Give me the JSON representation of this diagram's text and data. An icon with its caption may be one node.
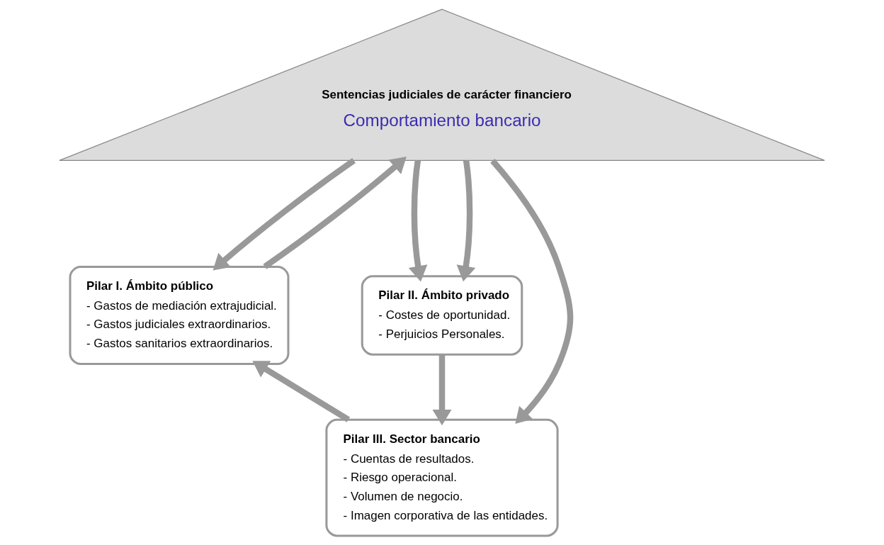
{
  "diagram": {
    "nodes": [
      {
        "text": [
          "Sentencias judiciales de carácter financiero",
          "Comportamiento bancario"
        ]
      },
      {
        "text": [
          "Pilar I. Ámbito público",
          "- Gastos de mediación extrajudicial.",
          "- Gastos judiciales extraordinarios.",
          "- Gastos sanitarios extraordinarios."
        ]
      },
      {
        "text": [
          "Pilar II. Ámbito privado",
          "- Costes de oportunidad.",
          "- Perjuicios Personales."
        ]
      },
      {
        "text": [
          "Pilar III. Sector bancario",
          "- Cuentas de resultados.",
          "- Riesgo operacional.",
          "- Volumen de negocio.",
          "- Imagen corporativa de las entidades."
        ]
      }
    ],
    "edges": [
      {
        "from": 1,
        "to": 0,
        "arrow": "to"
      },
      {
        "from": 0,
        "to": 2,
        "arrow": "to"
      },
      {
        "from": 2,
        "to": 3,
        "arrow": "to"
      },
      {
        "from": 3,
        "to": 1,
        "arrow": "to"
      },
      {
        "from": 0,
        "to": 1,
        "arrow": "to"
      },
      {
        "from": 0,
        "to": 2,
        "arrow": "to"
      },
      {
        "from": 0,
        "to": 3,
        "arrow": "to"
      }
    ]
  }
}
